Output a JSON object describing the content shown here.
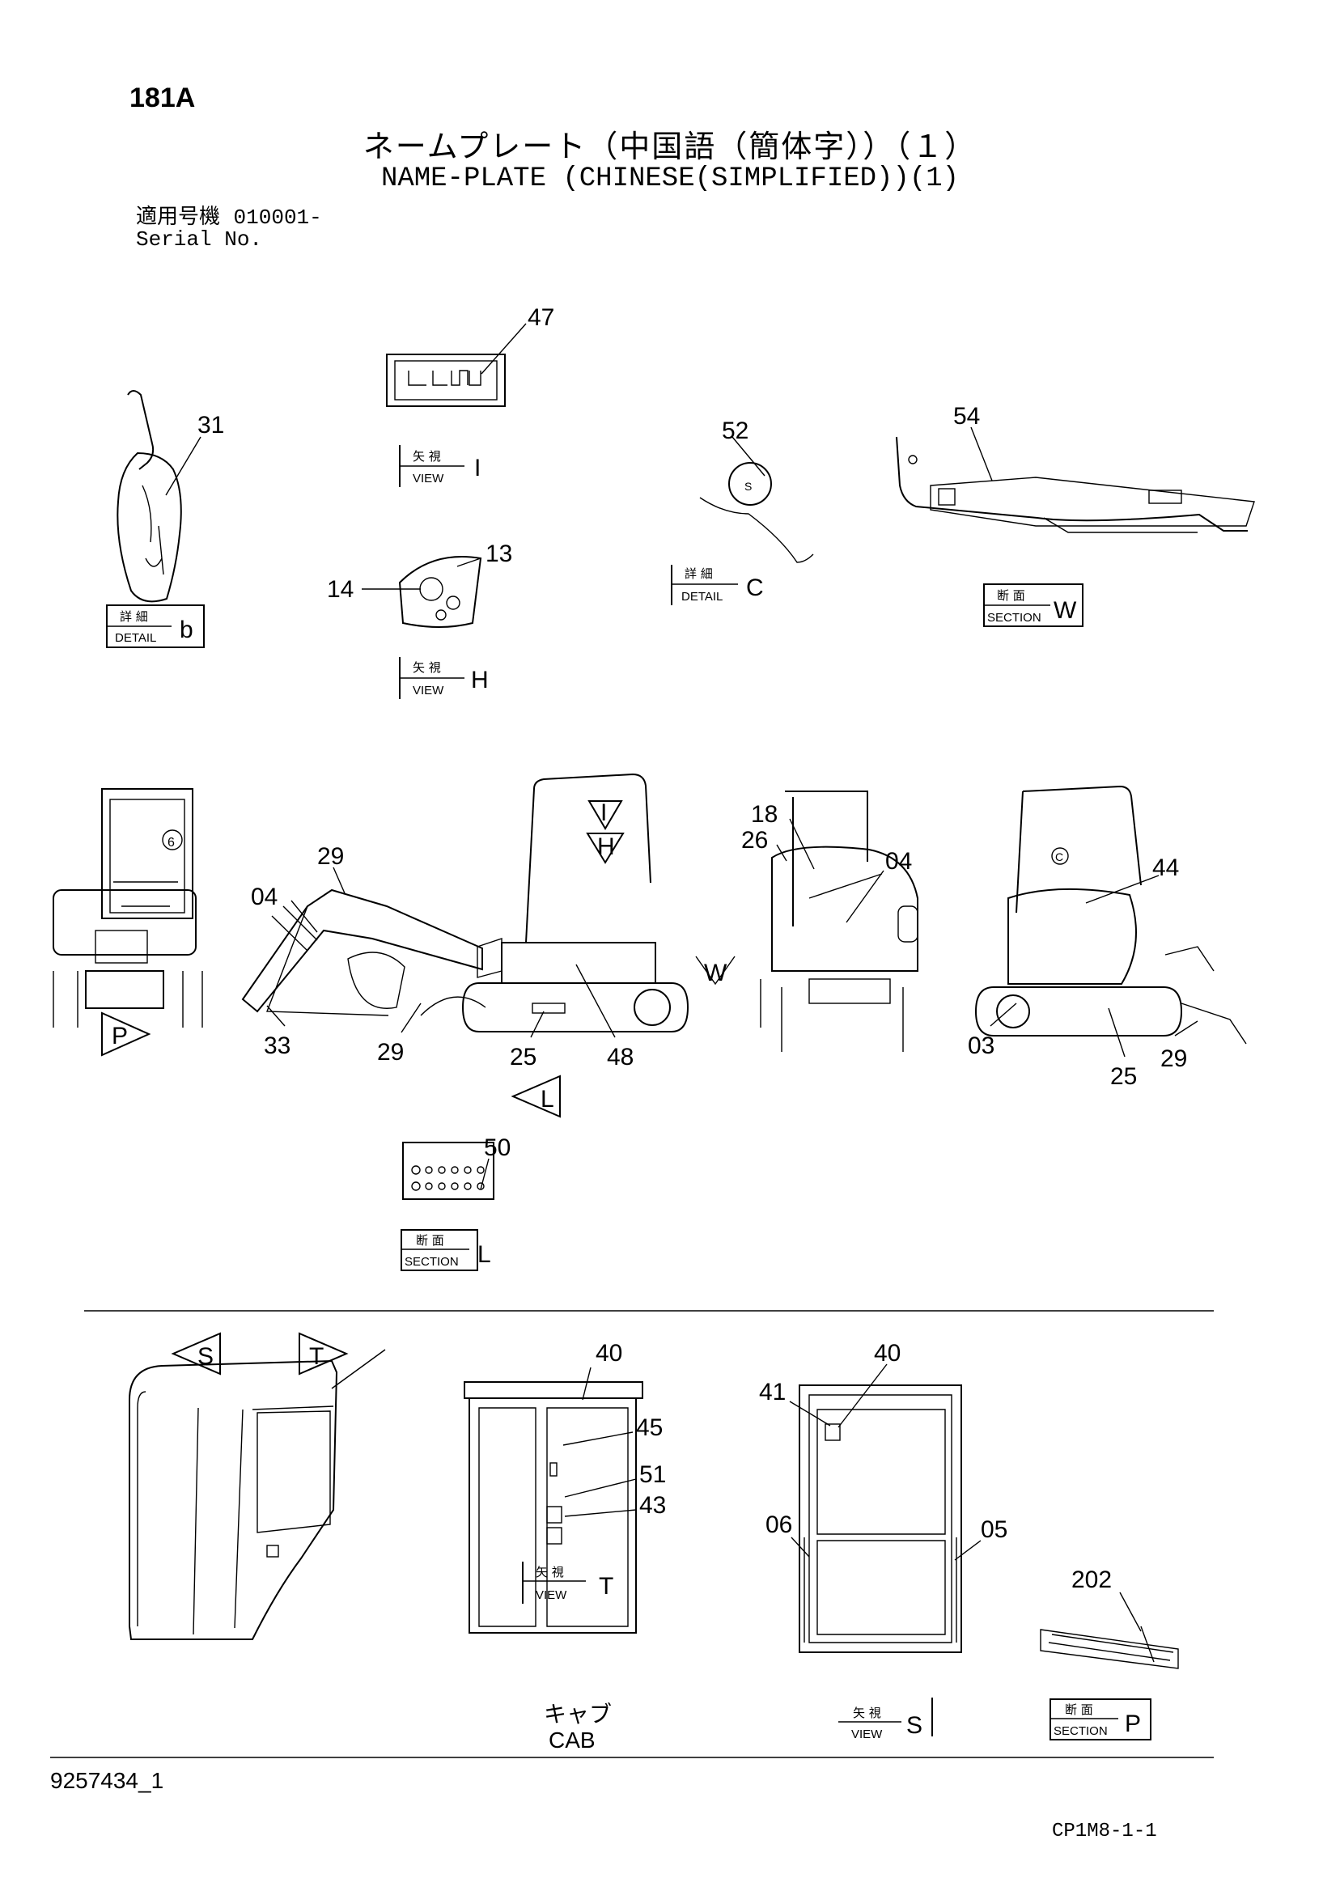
{
  "header": {
    "page_code": "181A",
    "title_jp": "ネームプレート（中国語（簡体字））（１）",
    "title_en": "NAME-PLATE (CHINESE(SIMPLIFIED))(1)",
    "serial_label_jp": "適用号機",
    "serial_value": "010001-",
    "serial_label_en": "Serial No."
  },
  "callouts": {
    "c47": "47",
    "c31": "31",
    "c52": "52",
    "c54": "54",
    "c13": "13",
    "c14": "14",
    "c29a": "29",
    "c04a": "04",
    "c33": "33",
    "c29b": "29",
    "c25a": "25",
    "c48": "48",
    "c18": "18",
    "c26": "26",
    "c04b": "04",
    "c44": "44",
    "c03": "03",
    "c25b": "25",
    "c29c": "29",
    "c50": "50",
    "c40a": "40",
    "c45": "45",
    "c51": "51",
    "c43": "43",
    "c40b": "40",
    "c41": "41",
    "c06": "06",
    "c05": "05",
    "c202": "202"
  },
  "view_tags": {
    "view_jp": "矢 視",
    "view_en": "VIEW",
    "detail_jp": "詳 細",
    "detail_en": "DETAIL",
    "section_jp": "断 面",
    "section_en": "SECTION",
    "letters": {
      "I": "I",
      "b": "b",
      "C": "C",
      "W": "W",
      "H": "H",
      "L": "L",
      "T": "T",
      "S": "S",
      "P": "P"
    }
  },
  "view_arrows": {
    "I": "I",
    "H": "H",
    "W": "W",
    "P": "P",
    "L": "L",
    "S": "S",
    "T": "T"
  },
  "cab_label": {
    "jp": "キャブ",
    "en": "CAB"
  },
  "footer": {
    "doc_number": "9257434_1",
    "page_ref": "CP1M8-1-1"
  }
}
